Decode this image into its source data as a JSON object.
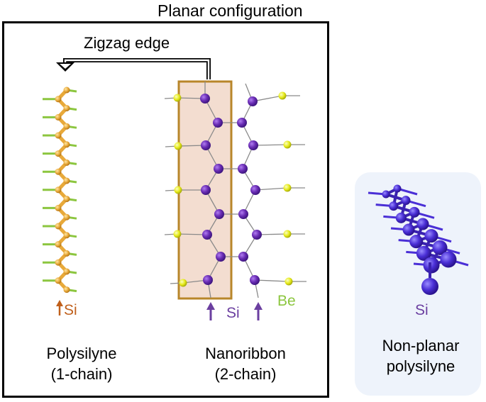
{
  "figure": {
    "title": "Planar configuration",
    "edge_label": "Zigzag edge",
    "panels": {
      "left": {
        "line1": "Polysilyne",
        "line2": "(1-chain)",
        "atom_label": "Si"
      },
      "middle": {
        "line1": "Nanoribbon",
        "line2": "(2-chain)",
        "atom_label_si": "Si",
        "atom_label_be": "Be"
      },
      "right": {
        "line1": "Non-planar",
        "line2": "polysilyne",
        "atom_label": "Si"
      }
    },
    "colors": {
      "si_orange": "#e8a93a",
      "h_green": "#8cc63f",
      "si_purple": "#6a2db5",
      "be_yellow": "#e6ea1a",
      "highlight_fill": "#f3ddd0",
      "highlight_border": "#b8862a",
      "right_panel_bg": "#eef3fb"
    }
  }
}
